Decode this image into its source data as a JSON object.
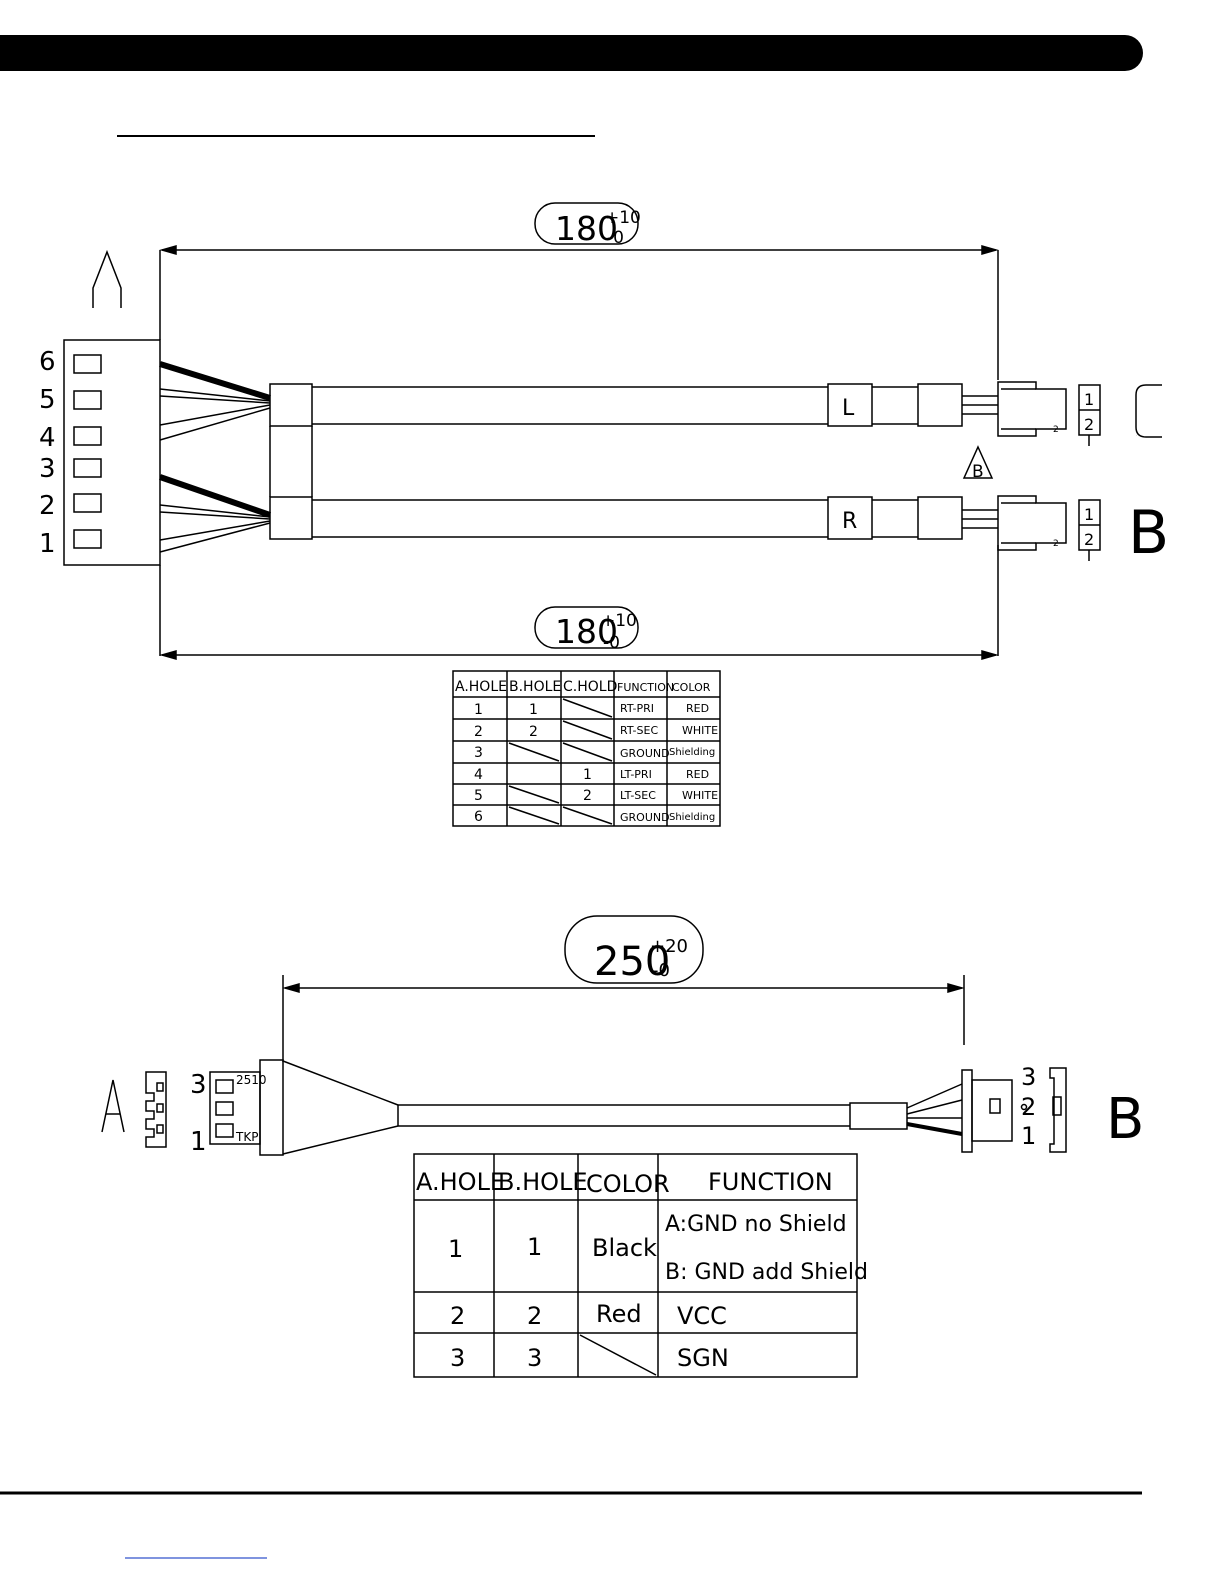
{
  "top_cable": {
    "dimension_top": {
      "value": "180",
      "tol_plus": "+10",
      "tol_minus": "-0"
    },
    "dimension_bottom": {
      "value": "180",
      "tol_plus": "+10",
      "tol_minus": "-0"
    },
    "connector_a_label": "A",
    "connector_b_label": "B",
    "connector_c_label": "C",
    "pin_numbers": [
      "6",
      "5",
      "4",
      "3",
      "2",
      "1"
    ],
    "branch_left_label": "L",
    "branch_right_label": "R",
    "triangle_marker": "B",
    "plug_pin_numbers": [
      "1",
      "2"
    ],
    "table": {
      "headers": [
        "A.HOLE",
        "B.HOLE",
        "C.HOLD",
        "FUNCTION",
        "COLOR"
      ],
      "rows": [
        {
          "a": "1",
          "b": "1",
          "c": "",
          "function": "RT-PRI",
          "color": "RED"
        },
        {
          "a": "2",
          "b": "2",
          "c": "",
          "function": "RT-SEC",
          "color": "WHITE"
        },
        {
          "a": "3",
          "b": "",
          "c": "",
          "function": "GROUND",
          "color": "Shielding"
        },
        {
          "a": "4",
          "b": "",
          "c": "1",
          "function": "LT-PRI",
          "color": "RED"
        },
        {
          "a": "5",
          "b": "",
          "c": "2",
          "function": "LT-SEC",
          "color": "WHITE"
        },
        {
          "a": "6",
          "b": "",
          "c": "",
          "function": "GROUND",
          "color": "Shielding"
        }
      ]
    }
  },
  "bottom_cable": {
    "dimension": {
      "value": "250",
      "tol_plus": "+20",
      "tol_minus": "-0"
    },
    "connector_a_label": "A",
    "connector_b_label": "B",
    "a_pin_numbers": {
      "top": "3",
      "bottom": "1"
    },
    "a_part_code": "2510",
    "a_part_suffix": "TKP",
    "b_pin_numbers": [
      "3",
      "2",
      "1"
    ],
    "table": {
      "headers": [
        "A.HOLE",
        "B.HOLE",
        "COLOR",
        "FUNCTION"
      ],
      "rows": [
        {
          "a": "1",
          "b": "1",
          "color": "Black",
          "function_line1": "A:GND  no Shield",
          "function_line2": "B: GND  add  Shield"
        },
        {
          "a": "2",
          "b": "2",
          "color": "Red",
          "function_line1": "VCC"
        },
        {
          "a": "3",
          "b": "3",
          "color": "",
          "function_line1": "SGN"
        }
      ]
    }
  }
}
